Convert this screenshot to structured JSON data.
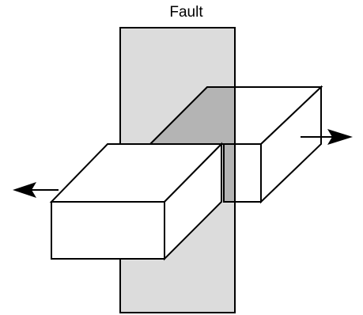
{
  "label": "Fault",
  "colors": {
    "background": "#ffffff",
    "fault_plane": "#dcdcdc",
    "fault_contact": "#b4b4b4",
    "block_face": "#ffffff",
    "line": "#000000"
  },
  "elements": {
    "fault_plane": "fault-plane",
    "left_block": "left-block",
    "right_block": "right-block",
    "left_arrow": "left-motion-arrow",
    "right_arrow": "right-motion-arrow"
  }
}
